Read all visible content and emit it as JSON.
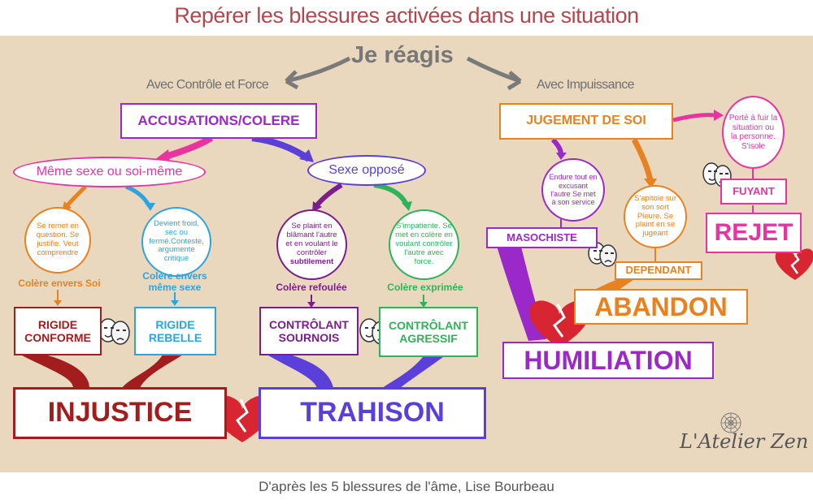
{
  "title": "Repérer les blessures activées dans une situation",
  "heading": "Je réagis",
  "left_branch": "Avec Contrôle et Force",
  "right_branch": "Avec Impuissance",
  "accusations": "ACCUSATIONS/COLERE",
  "meme_sexe": "Même sexe ou soi-même",
  "sexe_oppose": "Sexe opposé",
  "circles": {
    "remet": "Se remet en question. Se justifie. Veut comprendre",
    "froid": "Devient froid, sec ou fermé.Conteste, argumente critique",
    "plaint": "Se plaint en blâmant l'autre et en voulant le contrôler",
    "plaint_bold": "subtilement",
    "impatiente": "S'impatiente. Se met en colère en voulant contrôler l'autre avec force.",
    "endure": "Endure tout en excusant l'autre Se met à son service",
    "apitoie": "S'apitoie sur son sort Pleure. Se plaint en se jugeant",
    "porte": "Porté à fuir la situation ou la personne. S'isole"
  },
  "labels": {
    "colere_soi": "Colère envers Soi",
    "colere_meme": "Colère envers même sexe",
    "colere_refoulee": "Colère refoulée",
    "colere_exprimee": "Colère exprimée"
  },
  "masks": {
    "rigide_conforme": "RIGIDE CONFORME",
    "rigide_rebelle": "RIGIDE REBELLE",
    "controlant_sournois": "CONTRÔLANT SOURNOIS",
    "controlant_agressif": "CONTRÔLANT AGRESSIF",
    "jugement": "JUGEMENT DE SOI",
    "masochiste": "MASOCHISTE",
    "dependant": "DEPENDANT",
    "fuyant": "FUYANT"
  },
  "wounds": {
    "injustice": "INJUSTICE",
    "trahison": "TRAHISON",
    "humiliation": "HUMILIATION",
    "abandon": "ABANDON",
    "rejet": "REJET"
  },
  "brand": "L'Atelier Zen",
  "footer": "D'après les 5 blessures de l'âme, Lise Bourbeau",
  "colors": {
    "accent_title": "#b2474d",
    "purple": "#9b28c9",
    "blue_violet": "#5a3fd8",
    "magenta": "#e8349f",
    "sky": "#2fa3dc",
    "orange": "#e8811f",
    "green": "#2fb35a",
    "dark_purple": "#7a1e8c",
    "dark_red": "#a21d1d",
    "heart": "#d72631"
  }
}
